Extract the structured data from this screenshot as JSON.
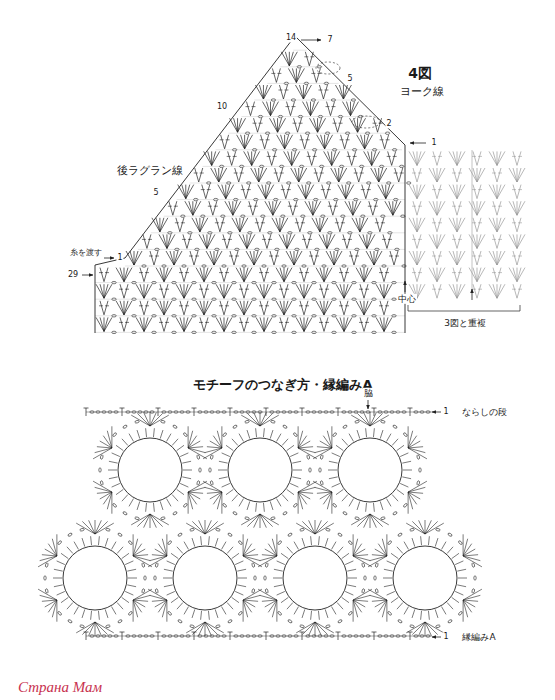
{
  "diagram": {
    "labels": [
      "14",
      "7",
      "5",
      "4図",
      "ヨーク線",
      "10",
      "2",
      "1",
      "後ラグラン線",
      "5",
      "糸を渡す",
      "1",
      "29",
      "中心",
      "3図と重複",
      "モチーフのつなぎ方・縁編みA",
      "脇",
      "1",
      "ならしの段",
      "1",
      "縁編みA",
      "Страна Мам"
    ]
  }
}
